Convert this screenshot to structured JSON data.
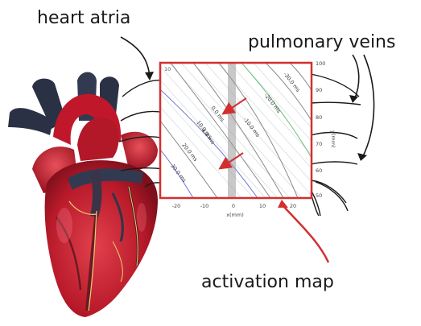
{
  "labels": {
    "heart_atria": "heart atria",
    "pulmonary_veins": "pulmonary veins",
    "activation_map": "activation map"
  },
  "activation_map": {
    "contour_labels": [
      "30.0 ms",
      "20.0 ms",
      "10.0 ms",
      "0.0 ms",
      "-10.0 ms",
      "-20.0 ms",
      "-30.0 ms",
      "4.4 ms"
    ],
    "x_ticks": [
      "-20",
      "-10",
      "0",
      "10",
      "20"
    ],
    "y_ticks": [
      "100",
      "90",
      "80",
      "70",
      "60",
      "50"
    ],
    "x_axis_label": "x(mm)",
    "y_axis_label": "y(mm)",
    "corner_label": "10"
  },
  "colors": {
    "frame": "#d32f2f",
    "arrow": "#c62828",
    "heart_red": "#c0182a",
    "vessel_dark": "#2b3145",
    "ink": "#1a1a1a"
  }
}
